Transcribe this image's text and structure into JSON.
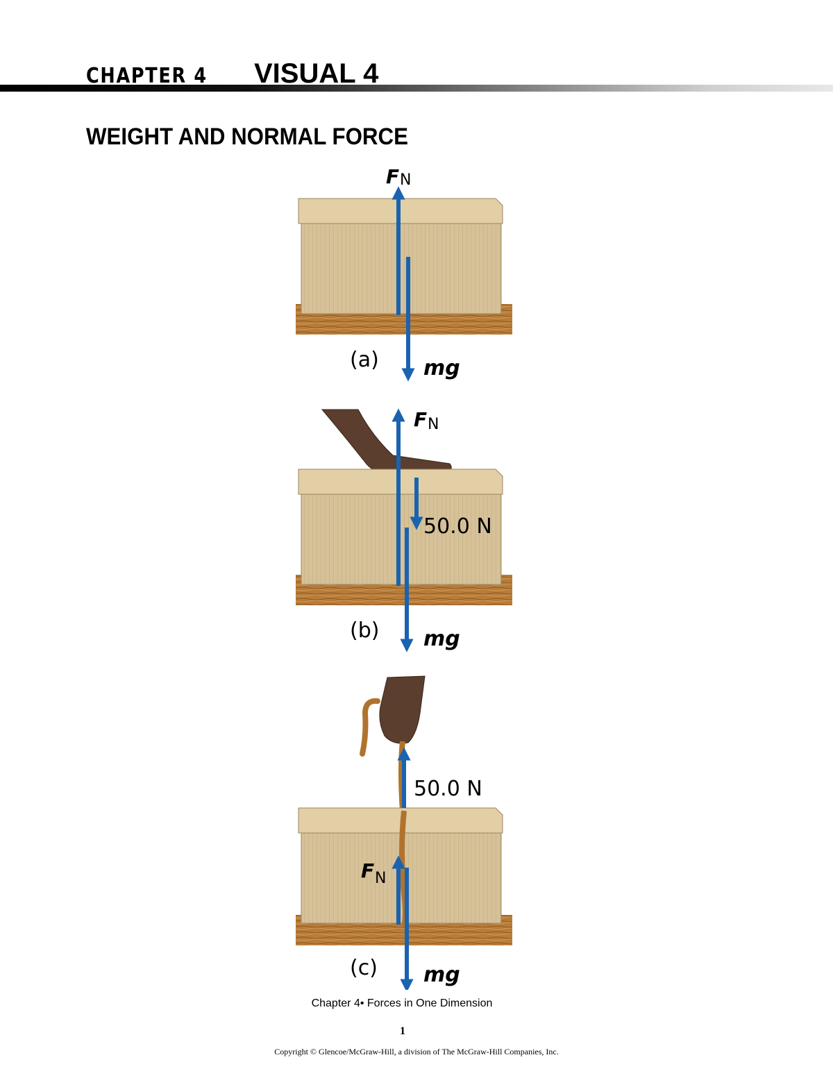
{
  "header": {
    "chapter": "CHAPTER 4",
    "visual": "VISUAL 4"
  },
  "title": "WEIGHT AND NORMAL FORCE",
  "figure": {
    "panel_a": {
      "label": "(a)",
      "normal_force_main": "F",
      "normal_force_sub": "N",
      "weight": "mg"
    },
    "panel_b": {
      "label": "(b)",
      "normal_force_main": "F",
      "normal_force_sub": "N",
      "applied_force": "50.0 N",
      "weight": "mg"
    },
    "panel_c": {
      "label": "(c)",
      "normal_force_main": "F",
      "normal_force_sub": "N",
      "applied_force": "50.0 N",
      "weight": "mg"
    },
    "colors": {
      "arrow": "#1a63b0",
      "box": "#d6c198",
      "box_top": "#e2cfa6",
      "wood": "#b87c38",
      "skin": "#5b3e2e",
      "rope": "#b0732e"
    }
  },
  "caption": "Chapter 4• Forces in One Dimension",
  "page_number": "1",
  "copyright": "Copyright © Glencoe/McGraw-Hill, a division of The McGraw-Hill Companies, Inc."
}
